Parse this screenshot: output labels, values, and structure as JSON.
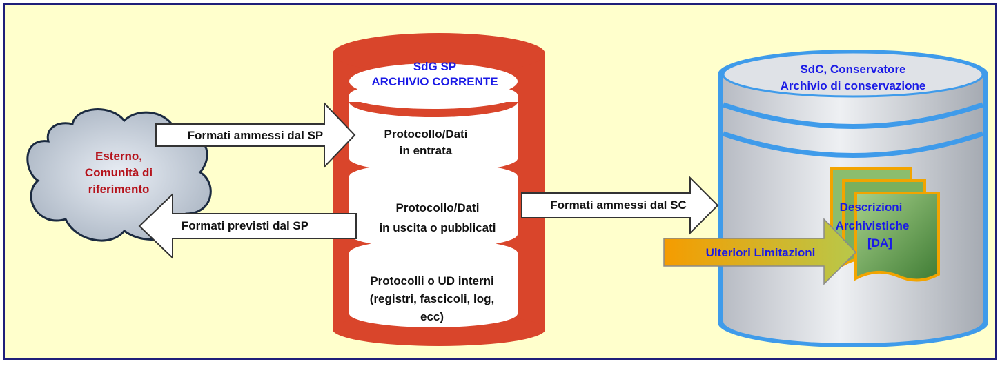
{
  "cloud": {
    "line1": "Esterno,",
    "line2": "Comunità di",
    "line3": "riferimento"
  },
  "db_left": {
    "title1": "SdG SP",
    "title2": "ARCHIVIO CORRENTE",
    "seg1_line1": "Protocollo/Dati",
    "seg1_line2": "in entrata",
    "seg2_line1": "Protocollo/Dati",
    "seg2_line2": "in uscita o pubblicati",
    "seg3_line1": "Protocolli o UD interni",
    "seg3_line2": "(registri, fascicoli, log,",
    "seg3_line3": "ecc)"
  },
  "db_right": {
    "title1": "SdC, Conservatore",
    "title2": "Archivio di conservazione",
    "docs_line1": "Descrizioni",
    "docs_line2": "Archivistiche",
    "docs_line3": "[DA]"
  },
  "arrows": {
    "in_label": "Formati ammessi dal SP",
    "out_label": "Formati previsti dal SP",
    "sc_label": "Formati ammessi dal SC",
    "limit_label": "Ulteriori Limitazioni"
  },
  "colors": {
    "background": "#FFFFCC",
    "border": "#1F1F7A",
    "left_db": "#D9452B",
    "right_db_outline": "#3F9BEA",
    "cloud_text": "#B5121B",
    "db_title_text": "#1A1AE6",
    "docs_fill": "#6FA858",
    "docs_border": "#F2A400",
    "limit_arrow": "#F7A000"
  }
}
